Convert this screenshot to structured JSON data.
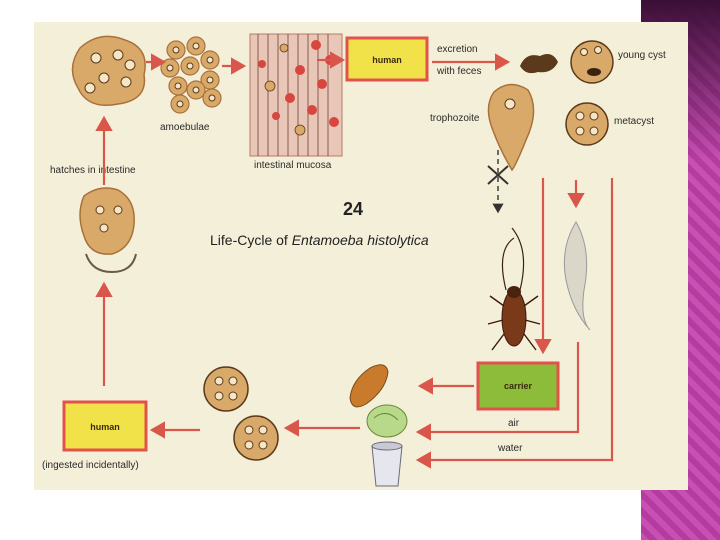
{
  "figure": {
    "number": "24",
    "title_prefix": "Life-Cycle of ",
    "title_species": "Entamoeba histolytica"
  },
  "boxes": {
    "human_top": "human",
    "carrier": "carrier",
    "human_bottom": "human"
  },
  "labels": {
    "amoebulae": "amoebulae",
    "intestinal_mucosa": "intestinal mucosa",
    "excretion": "excretion",
    "with_feces": "with feces",
    "young_cyst": "young cyst",
    "trophozoite": "trophozoite",
    "metacyst": "metacyst",
    "hatches": "hatches in intestine",
    "air": "air",
    "water": "water",
    "ingested": "(ingested incidentally)"
  },
  "colors": {
    "arrow": "#d9574a",
    "box_border": "#e0524a",
    "human_fill": "#f2e24a",
    "carrier_fill": "#8dbb3a",
    "cell": "#d9a96a",
    "cell_edge": "#a9713a",
    "figure_bg": "#f4efd9",
    "side_band": "#c84fb4"
  }
}
